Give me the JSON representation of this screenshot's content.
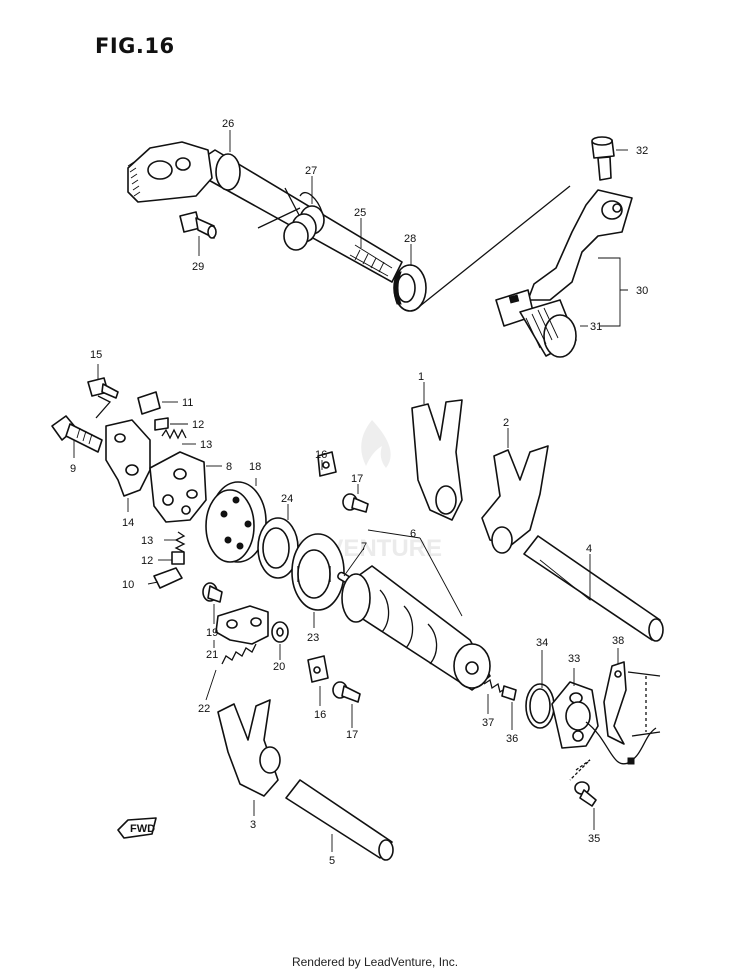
{
  "figure": {
    "title": "FIG.16"
  },
  "watermark": "LEADVENTURE",
  "fwd_badge": "FWD",
  "footer": "Rendered by LeadVenture, Inc.",
  "callouts": {
    "p1": "1",
    "p2": "2",
    "p3": "3",
    "p4": "4",
    "p5": "5",
    "p6": "6",
    "p7": "7",
    "p8": "8",
    "p9": "9",
    "p10": "10",
    "p11": "11",
    "p12a": "12",
    "p12b": "12",
    "p13a": "13",
    "p13b": "13",
    "p14": "14",
    "p15": "15",
    "p16a": "16",
    "p16b": "16",
    "p17a": "17",
    "p17b": "17",
    "p18": "18",
    "p19": "19",
    "p20": "20",
    "p21": "21",
    "p22": "22",
    "p23": "23",
    "p24": "24",
    "p25": "25",
    "p26": "26",
    "p27": "27",
    "p28": "28",
    "p29": "29",
    "p30": "30",
    "p31": "31",
    "p32": "32",
    "p33": "33",
    "p34": "34",
    "p35": "35",
    "p36": "36",
    "p37": "37",
    "p38": "38"
  }
}
